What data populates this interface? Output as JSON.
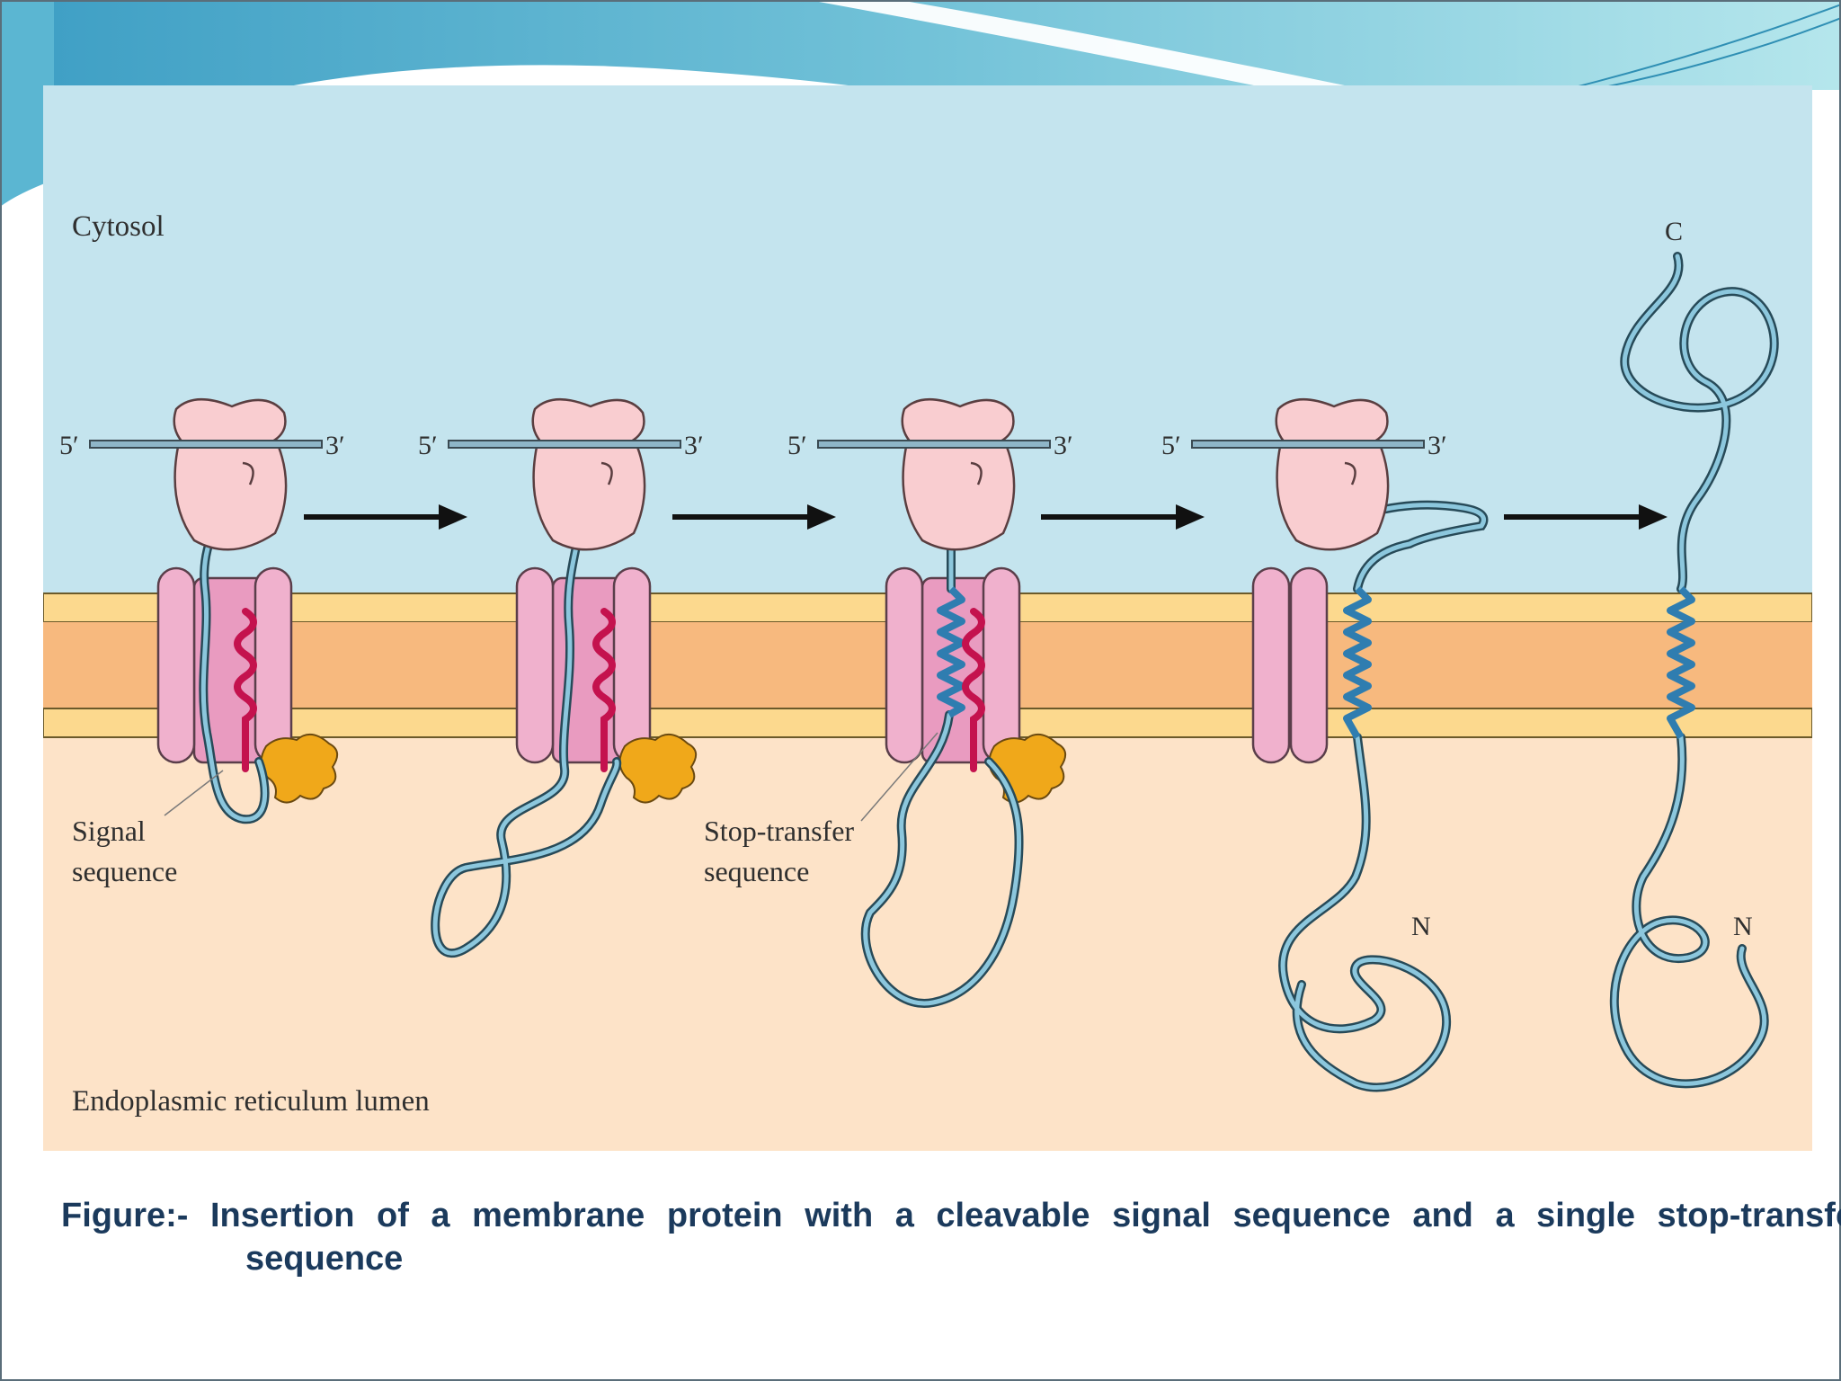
{
  "figure": {
    "region_labels": {
      "cytosol": "Cytosol",
      "lumen": "Endoplasmic reticulum lumen"
    },
    "annotations": {
      "signal_sequence": [
        "Signal",
        "sequence"
      ],
      "stop_transfer_sequence": [
        "Stop-transfer",
        "sequence"
      ]
    },
    "mrna_labels": {
      "five_prime": "5′",
      "three_prime": "3′"
    },
    "terminus_labels": {
      "c_terminus": "C",
      "n_terminus": "N"
    },
    "colors": {
      "cytosol": "#c4e4ee",
      "lumen": "#fde3c8",
      "membrane_core": "#f7b97e",
      "membrane_edge": "#fcd98e",
      "translocon": "#f0b1cd",
      "ribosome": "#f9cdd0",
      "polypeptide": "#3f8aa8",
      "signal_sequence": "#c4124e",
      "signal_peptidase": "#f0a81a"
    }
  },
  "caption": {
    "line1": "Figure:- Insertion of a membrane protein with a cleavable signal sequence and a single stop-transfer",
    "line2": "sequence"
  }
}
